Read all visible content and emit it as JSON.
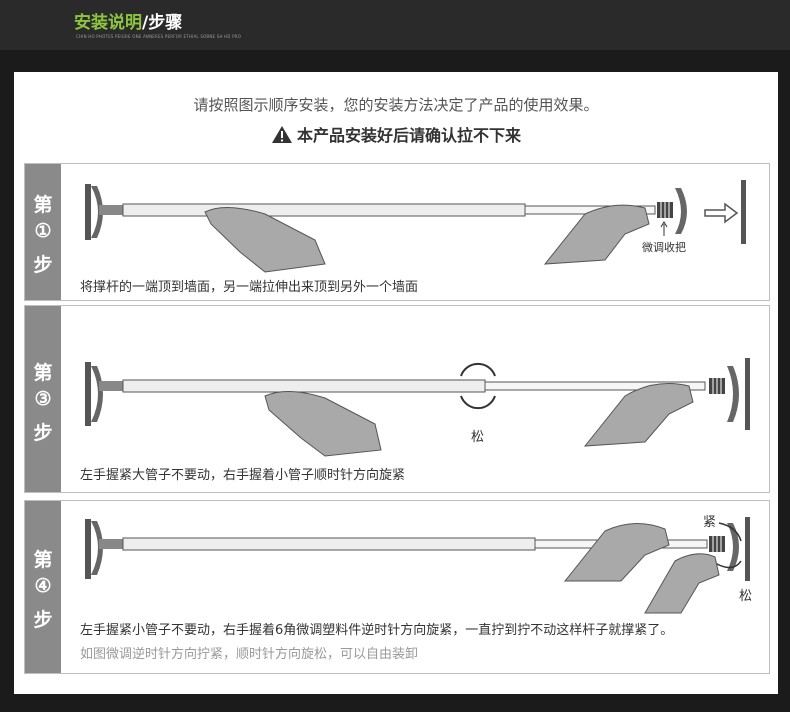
{
  "header": {
    "title": "安装说明",
    "slash": "/",
    "title_suffix": "步骤",
    "subtitle": "CHIN HO PHOTES PEIGRE ONE ANNERES PERFOR ETHIAL SOBNE SH HD PRO"
  },
  "intro": "请按照图示顺序安装，您的安装方法决定了产品的使用效果。",
  "warning": "本产品安装好后请确认拉不下来",
  "steps": [
    {
      "label_top": "第",
      "label_num": "①",
      "label_bottom": "步",
      "description": "将撑杆的一端顶到墙面，另一端拉伸出来顶到另外一个墙面",
      "annotation": "微调收把"
    },
    {
      "label_top": "第",
      "label_num": "③",
      "label_bottom": "步",
      "description": "左手握紧大管子不要动，右手握着小管子顺时针方向旋紧",
      "annotation": "松"
    },
    {
      "label_top": "第",
      "label_num": "④",
      "label_bottom": "步",
      "description": "左手握紧小管子不要动，右手握着6角微调塑料件逆时针方向旋紧，一直拧到拧不动这样杆子就撑紧了。",
      "note": "如图微调逆时针方向拧紧，顺时针方向旋松，可以自由装卸",
      "annotation_tight": "紧",
      "annotation_loose": "松"
    }
  ],
  "colors": {
    "accent": "#8cc63f",
    "step_label_bg": "#8a8a8a",
    "hand_fill": "#a9a9a9",
    "page_bg": "#1b1b1b"
  }
}
